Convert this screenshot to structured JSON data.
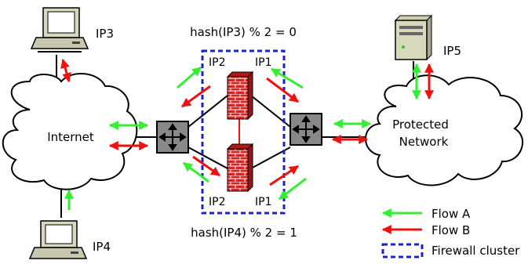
{
  "labels": {
    "ip3": "IP3",
    "ip4": "IP4",
    "ip5": "IP5",
    "internet": "Internet",
    "protected_line1": "Protected",
    "protected_line2": "Network",
    "hash_top": "hash(IP3) % 2 = 0",
    "hash_bottom": "hash(IP4) % 2 = 1",
    "cluster_top_left_ip": "IP2",
    "cluster_top_right_ip": "IP1",
    "cluster_bottom_left_ip": "IP2",
    "cluster_bottom_right_ip": "IP1"
  },
  "legend": {
    "flow_a": "Flow A",
    "flow_b": "Flow B",
    "firewall_cluster": "Firewall cluster"
  },
  "colors": {
    "flow_a": "#33ee33",
    "flow_b": "#ee1111",
    "cluster_border": "#1a22cc",
    "firewall": "#dd2222",
    "switch": "#888888"
  },
  "icons": {
    "host_ip3": "desktop-computer-icon",
    "host_ip4": "desktop-computer-icon",
    "server_ip5": "server-icon",
    "switch_left": "network-switch-icon",
    "switch_right": "network-switch-icon",
    "firewall_top": "firewall-icon",
    "firewall_bottom": "firewall-icon",
    "cloud_internet": "cloud-icon",
    "cloud_protected": "cloud-icon"
  }
}
